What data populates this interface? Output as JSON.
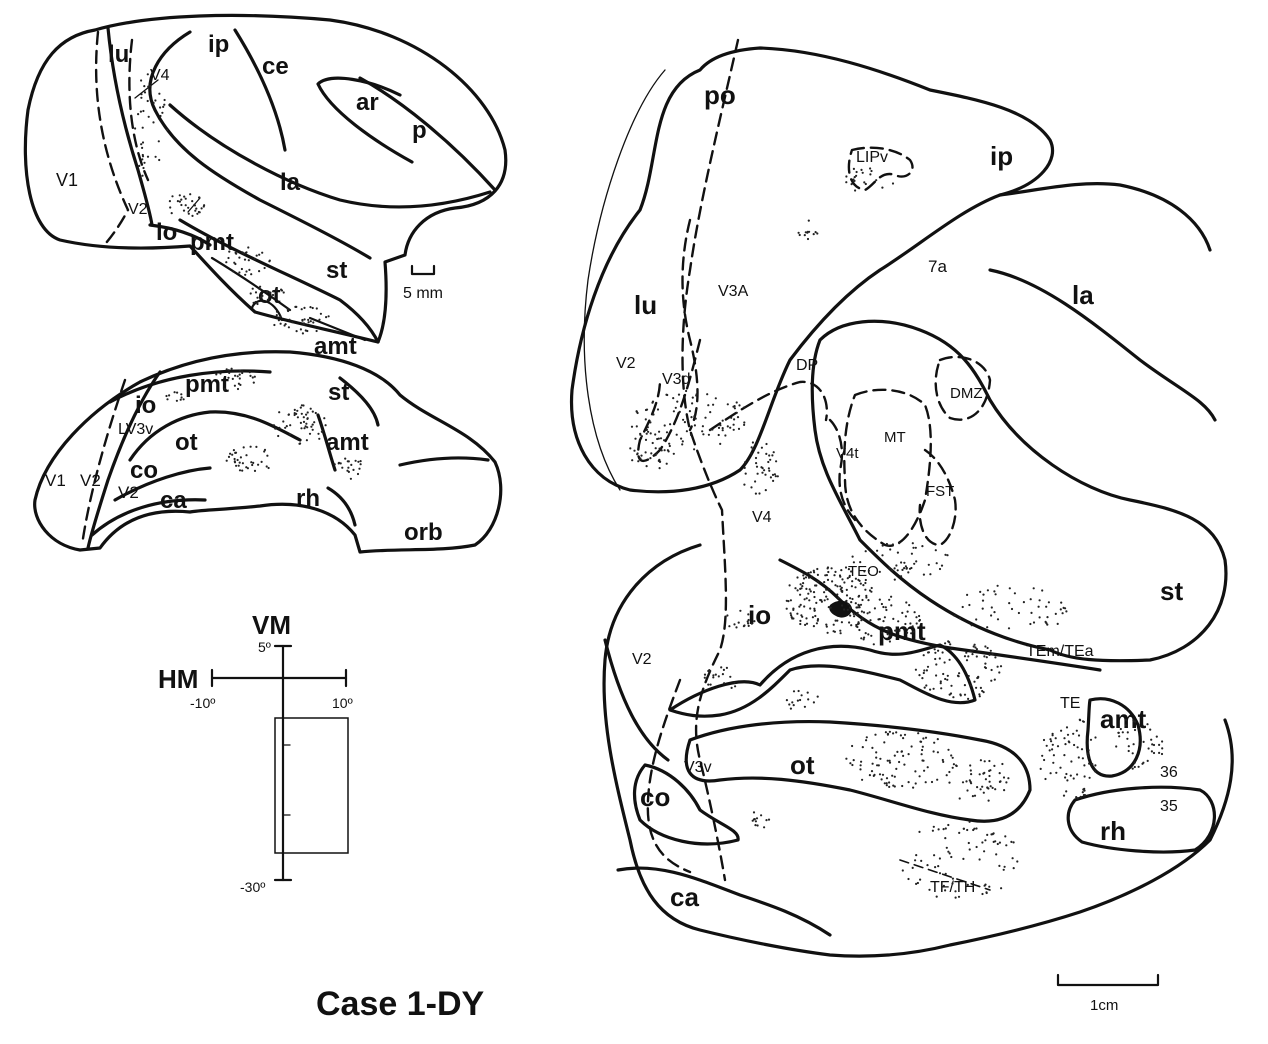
{
  "brain_lateral_labels": {
    "lu": "lu",
    "ip": "ip",
    "ce": "ce",
    "ar": "ar",
    "p": "p",
    "la": "la",
    "v1": "V1",
    "v2": "V2",
    "v4": "V4",
    "io": "io",
    "pmt": "pmt",
    "st": "st",
    "ot": "ot",
    "amt": "amt",
    "scale": "5 mm"
  },
  "brain_ventral_labels": {
    "pmt": "pmt",
    "st": "st",
    "io": "io",
    "lv3v": "LV3v",
    "ot": "ot",
    "amt": "amt",
    "co": "co",
    "v1": "V1",
    "v2a": "V2",
    "v2b": "V2",
    "ca": "ca",
    "rh": "rh",
    "orb": "orb"
  },
  "visual_field": {
    "vm": "VM",
    "hm": "HM",
    "top": "5º",
    "left": "-10º",
    "right": "10º",
    "bottom": "-30º"
  },
  "case_title": "Case 1-DY",
  "flatmap_labels": {
    "po": "po",
    "lipv": "LIPv",
    "ip": "ip",
    "a7": "7a",
    "la": "la",
    "lu": "lu",
    "v3a": "V3A",
    "v2top": "V2",
    "v3d": "V3d",
    "dp": "DP",
    "dmz": "DMZ",
    "mt": "MT",
    "v4t": "V4t",
    "fst": "FST",
    "v4": "V4",
    "teo": "TEO",
    "st": "st",
    "io": "io",
    "pmt": "pmt",
    "v2bottom": "V2",
    "temtea": "TEm/TEa",
    "te": "TE",
    "amt": "amt",
    "v3v": "V3v",
    "ot": "ot",
    "co": "co",
    "a36": "36",
    "a35": "35",
    "rh": "rh",
    "tfth": "TF/TH",
    "ca": "ca",
    "scale": "1cm"
  }
}
